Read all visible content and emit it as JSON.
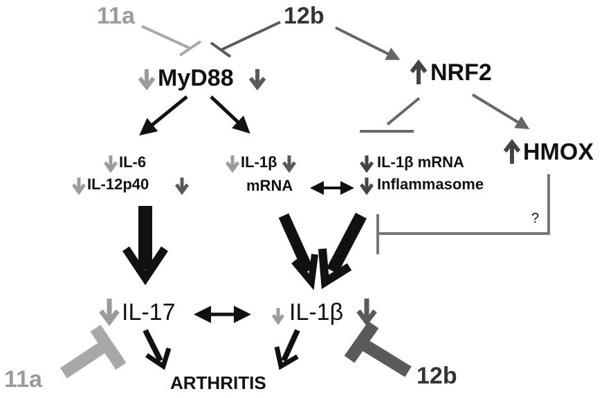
{
  "diagram": {
    "labels": {
      "compound_11a_top": "11a",
      "compound_12b_top": "12b",
      "myd88": "MyD88",
      "nrf2": "NRF2",
      "hmox": "HMOX",
      "il6": "IL-6",
      "il12p40": "IL-12p40",
      "il1b_top": "IL-1β",
      "mrna_left": "mRNA",
      "il1b_mrna": "IL-1β mRNA",
      "inflammasome": "Inflammasome",
      "question": "?",
      "il17": "IL-17",
      "il1b_bottom": "IL-1β",
      "compound_11a_bottom": "11a",
      "compound_12b_bottom": "12b",
      "arthritis": "ARTHRITIS"
    },
    "colors": {
      "compound_11a": "#9b9b9b",
      "compound_12b": "#5a5a5a",
      "arrow_dark": "#111111",
      "text": "#111111"
    }
  }
}
